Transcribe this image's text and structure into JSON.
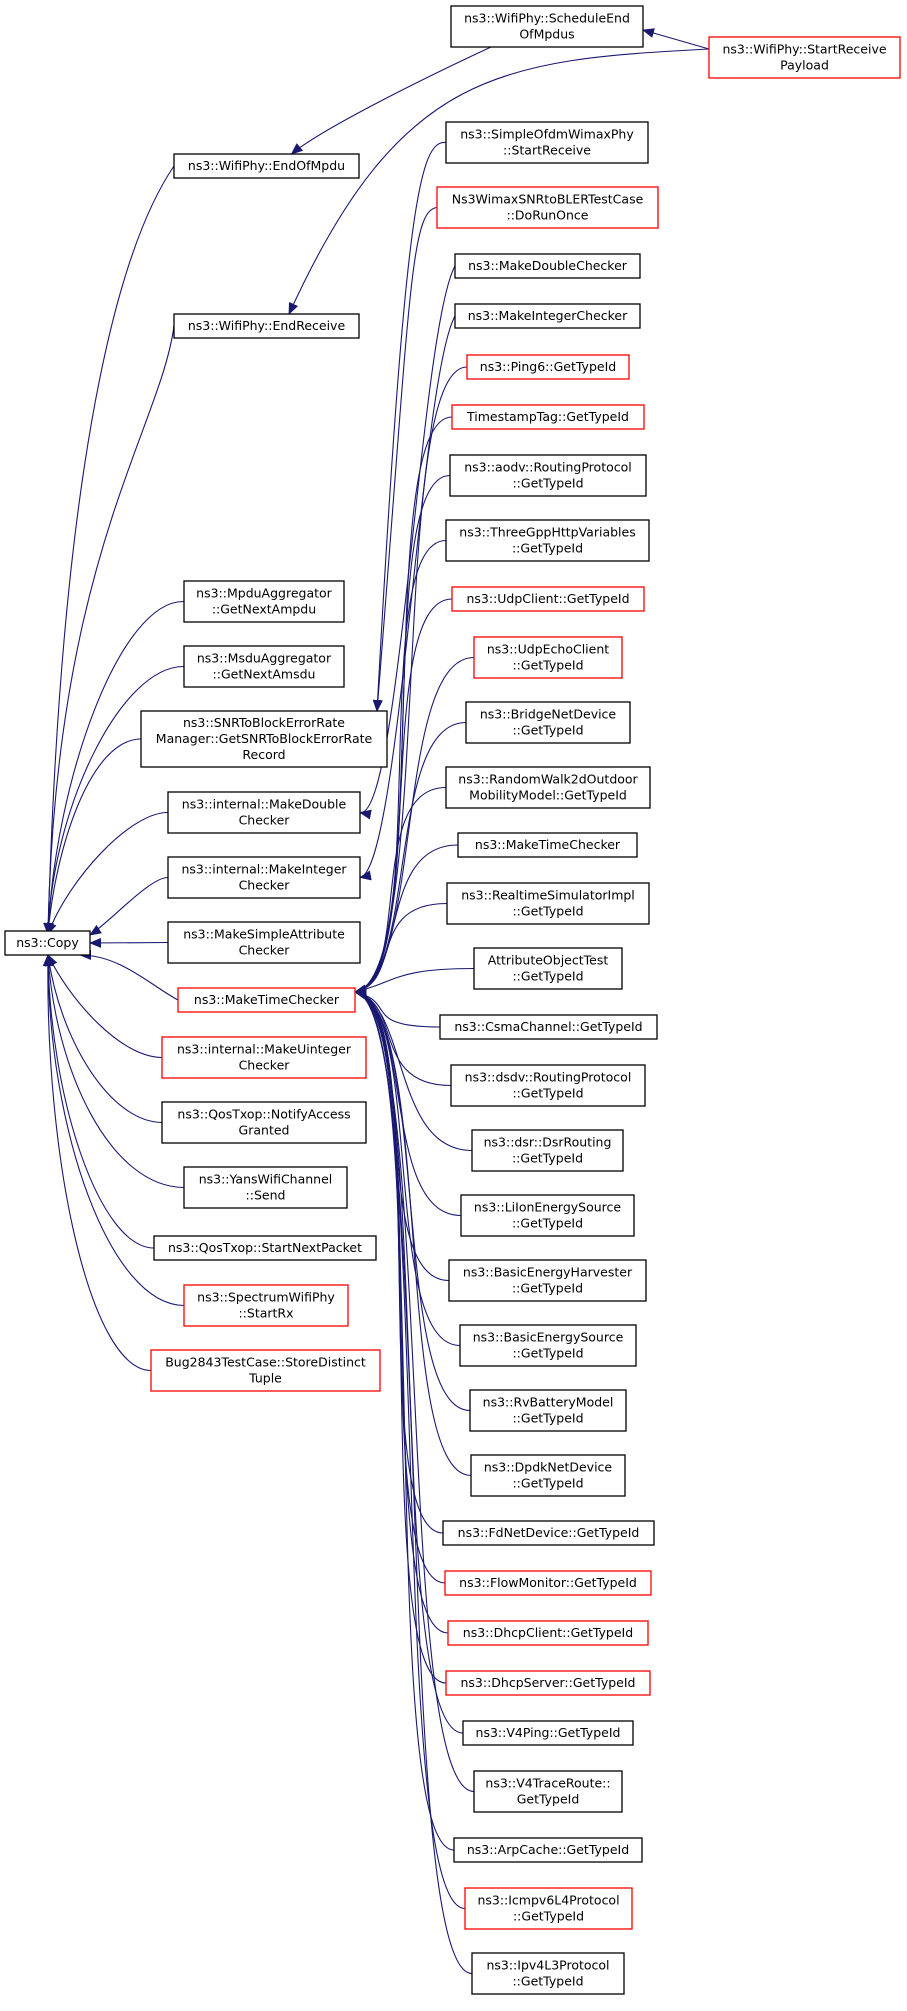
{
  "colors": {
    "edge": "#191970",
    "node_border_default": "#000000",
    "node_border_incomplete": "#ff0000",
    "focus_fill": "#bfbfbf"
  },
  "graph": {
    "root": "copy",
    "nodes": [
      {
        "id": "copy",
        "lines": [
          "ns3::Copy"
        ],
        "focus": true
      },
      {
        "id": "endofmpdu",
        "lines": [
          "ns3::WifiPhy::EndOfMpdu"
        ]
      },
      {
        "id": "endreceive",
        "lines": [
          "ns3::WifiPhy::EndReceive"
        ]
      },
      {
        "id": "mpduagg",
        "lines": [
          "ns3::MpduAggregator",
          "::GetNextAmpdu"
        ]
      },
      {
        "id": "msduagg",
        "lines": [
          "ns3::MsduAggregator",
          "::GetNextAmsdu"
        ]
      },
      {
        "id": "snrtoblock",
        "lines": [
          "ns3::SNRToBlockErrorRate",
          "Manager::GetSNRToBlockErrorRate",
          "Record"
        ]
      },
      {
        "id": "intmakedouble",
        "lines": [
          "ns3::internal::MakeDouble",
          "Checker"
        ]
      },
      {
        "id": "intmakeinteger",
        "lines": [
          "ns3::internal::MakeInteger",
          "Checker"
        ]
      },
      {
        "id": "makesimpleattr",
        "lines": [
          "ns3::MakeSimpleAttribute",
          "Checker"
        ]
      },
      {
        "id": "maketimechecker",
        "lines": [
          "ns3::MakeTimeChecker"
        ],
        "red": true
      },
      {
        "id": "intmakeuint",
        "lines": [
          "ns3::internal::MakeUinteger",
          "Checker"
        ],
        "red": true
      },
      {
        "id": "qosnotify",
        "lines": [
          "ns3::QosTxop::NotifyAccess",
          "Granted"
        ]
      },
      {
        "id": "yanssend",
        "lines": [
          "ns3::YansWifiChannel",
          "::Send"
        ]
      },
      {
        "id": "qosstartnext",
        "lines": [
          "ns3::QosTxop::StartNextPacket"
        ]
      },
      {
        "id": "spectrumstartrx",
        "lines": [
          "ns3::SpectrumWifiPhy",
          "::StartRx"
        ],
        "red": true
      },
      {
        "id": "bug2843",
        "lines": [
          "Bug2843TestCase::StoreDistinct",
          "Tuple"
        ],
        "red": true
      },
      {
        "id": "scheduleend",
        "lines": [
          "ns3::WifiPhy::ScheduleEnd",
          "OfMpdus"
        ]
      },
      {
        "id": "startrecvpayload",
        "lines": [
          "ns3::WifiPhy::StartReceive",
          "Payload"
        ],
        "red": true
      },
      {
        "id": "simpleofdm",
        "lines": [
          "ns3::SimpleOfdmWimaxPhy",
          "::StartReceive"
        ]
      },
      {
        "id": "ns3wimaxsnr",
        "lines": [
          "Ns3WimaxSNRtoBLERTestCase",
          "::DoRunOnce"
        ],
        "red": true
      },
      {
        "id": "makedoublechecker",
        "lines": [
          "ns3::MakeDoubleChecker"
        ]
      },
      {
        "id": "makeintegerchecker",
        "lines": [
          "ns3::MakeIntegerChecker"
        ]
      },
      {
        "id": "ping6",
        "lines": [
          "ns3::Ping6::GetTypeId"
        ],
        "red": true
      },
      {
        "id": "timestamptag",
        "lines": [
          "TimestampTag::GetTypeId"
        ],
        "red": true
      },
      {
        "id": "aodv",
        "lines": [
          "ns3::aodv::RoutingProtocol",
          "::GetTypeId"
        ]
      },
      {
        "id": "threegpp",
        "lines": [
          "ns3::ThreeGppHttpVariables",
          "::GetTypeId"
        ]
      },
      {
        "id": "udpclient",
        "lines": [
          "ns3::UdpClient::GetTypeId"
        ],
        "red": true
      },
      {
        "id": "udpecho",
        "lines": [
          "ns3::UdpEchoClient",
          "::GetTypeId"
        ],
        "red": true
      },
      {
        "id": "bridgenet",
        "lines": [
          "ns3::BridgeNetDevice",
          "::GetTypeId"
        ]
      },
      {
        "id": "randomwalk",
        "lines": [
          "ns3::RandomWalk2dOutdoor",
          "MobilityModel::GetTypeId"
        ]
      },
      {
        "id": "maketimechecker2",
        "lines": [
          "ns3::MakeTimeChecker"
        ]
      },
      {
        "id": "realtimesim",
        "lines": [
          "ns3::RealtimeSimulatorImpl",
          "::GetTypeId"
        ]
      },
      {
        "id": "attrobjtest",
        "lines": [
          "AttributeObjectTest",
          "::GetTypeId"
        ]
      },
      {
        "id": "csmachannel",
        "lines": [
          "ns3::CsmaChannel::GetTypeId"
        ]
      },
      {
        "id": "dsdv",
        "lines": [
          "ns3::dsdv::RoutingProtocol",
          "::GetTypeId"
        ]
      },
      {
        "id": "dsr",
        "lines": [
          "ns3::dsr::DsrRouting",
          "::GetTypeId"
        ]
      },
      {
        "id": "liion",
        "lines": [
          "ns3::LiIonEnergySource",
          "::GetTypeId"
        ]
      },
      {
        "id": "basicharvester",
        "lines": [
          "ns3::BasicEnergyHarvester",
          "::GetTypeId"
        ]
      },
      {
        "id": "basicsource",
        "lines": [
          "ns3::BasicEnergySource",
          "::GetTypeId"
        ]
      },
      {
        "id": "rvbattery",
        "lines": [
          "ns3::RvBatteryModel",
          "::GetTypeId"
        ]
      },
      {
        "id": "dpdk",
        "lines": [
          "ns3::DpdkNetDevice",
          "::GetTypeId"
        ]
      },
      {
        "id": "fdnet",
        "lines": [
          "ns3::FdNetDevice::GetTypeId"
        ]
      },
      {
        "id": "flowmonitor",
        "lines": [
          "ns3::FlowMonitor::GetTypeId"
        ],
        "red": true
      },
      {
        "id": "dhcpclient",
        "lines": [
          "ns3::DhcpClient::GetTypeId"
        ],
        "red": true
      },
      {
        "id": "dhcpserver",
        "lines": [
          "ns3::DhcpServer::GetTypeId"
        ],
        "red": true
      },
      {
        "id": "v4ping",
        "lines": [
          "ns3::V4Ping::GetTypeId"
        ]
      },
      {
        "id": "v4trace",
        "lines": [
          "ns3::V4TraceRoute::",
          "GetTypeId"
        ]
      },
      {
        "id": "arpcache",
        "lines": [
          "ns3::ArpCache::GetTypeId"
        ]
      },
      {
        "id": "icmpv6",
        "lines": [
          "ns3::Icmpv6L4Protocol",
          "::GetTypeId"
        ],
        "red": true
      },
      {
        "id": "ipv4l3",
        "lines": [
          "ns3::Ipv4L3Protocol",
          "::GetTypeId"
        ]
      }
    ],
    "edges": [
      {
        "from": "endofmpdu",
        "to": "copy"
      },
      {
        "from": "endreceive",
        "to": "copy"
      },
      {
        "from": "mpduagg",
        "to": "copy"
      },
      {
        "from": "msduagg",
        "to": "copy"
      },
      {
        "from": "snrtoblock",
        "to": "copy"
      },
      {
        "from": "intmakedouble",
        "to": "copy"
      },
      {
        "from": "intmakeinteger",
        "to": "copy"
      },
      {
        "from": "makesimpleattr",
        "to": "copy"
      },
      {
        "from": "maketimechecker",
        "to": "copy"
      },
      {
        "from": "intmakeuint",
        "to": "copy"
      },
      {
        "from": "qosnotify",
        "to": "copy"
      },
      {
        "from": "yanssend",
        "to": "copy"
      },
      {
        "from": "qosstartnext",
        "to": "copy"
      },
      {
        "from": "spectrumstartrx",
        "to": "copy"
      },
      {
        "from": "bug2843",
        "to": "copy"
      },
      {
        "from": "scheduleend",
        "to": "endofmpdu"
      },
      {
        "from": "startrecvpayload",
        "to": "scheduleend"
      },
      {
        "from": "startrecvpayload",
        "to": "endreceive"
      },
      {
        "from": "simpleofdm",
        "to": "snrtoblock"
      },
      {
        "from": "ns3wimaxsnr",
        "to": "snrtoblock"
      },
      {
        "from": "makedoublechecker",
        "to": "intmakedouble"
      },
      {
        "from": "makeintegerchecker",
        "to": "intmakeinteger"
      },
      {
        "from": "ping6",
        "to": "maketimechecker"
      },
      {
        "from": "timestamptag",
        "to": "maketimechecker"
      },
      {
        "from": "aodv",
        "to": "maketimechecker"
      },
      {
        "from": "threegpp",
        "to": "maketimechecker"
      },
      {
        "from": "udpclient",
        "to": "maketimechecker"
      },
      {
        "from": "udpecho",
        "to": "maketimechecker"
      },
      {
        "from": "bridgenet",
        "to": "maketimechecker"
      },
      {
        "from": "randomwalk",
        "to": "maketimechecker"
      },
      {
        "from": "maketimechecker2",
        "to": "maketimechecker"
      },
      {
        "from": "realtimesim",
        "to": "maketimechecker"
      },
      {
        "from": "attrobjtest",
        "to": "maketimechecker"
      },
      {
        "from": "csmachannel",
        "to": "maketimechecker"
      },
      {
        "from": "dsdv",
        "to": "maketimechecker"
      },
      {
        "from": "dsr",
        "to": "maketimechecker"
      },
      {
        "from": "liion",
        "to": "maketimechecker"
      },
      {
        "from": "basicharvester",
        "to": "maketimechecker"
      },
      {
        "from": "basicsource",
        "to": "maketimechecker"
      },
      {
        "from": "rvbattery",
        "to": "maketimechecker"
      },
      {
        "from": "dpdk",
        "to": "maketimechecker"
      },
      {
        "from": "fdnet",
        "to": "maketimechecker"
      },
      {
        "from": "flowmonitor",
        "to": "maketimechecker"
      },
      {
        "from": "dhcpclient",
        "to": "maketimechecker"
      },
      {
        "from": "dhcpserver",
        "to": "maketimechecker"
      },
      {
        "from": "v4ping",
        "to": "maketimechecker"
      },
      {
        "from": "v4trace",
        "to": "maketimechecker"
      },
      {
        "from": "arpcache",
        "to": "maketimechecker"
      },
      {
        "from": "icmpv6",
        "to": "maketimechecker"
      },
      {
        "from": "ipv4l3",
        "to": "maketimechecker"
      }
    ]
  }
}
